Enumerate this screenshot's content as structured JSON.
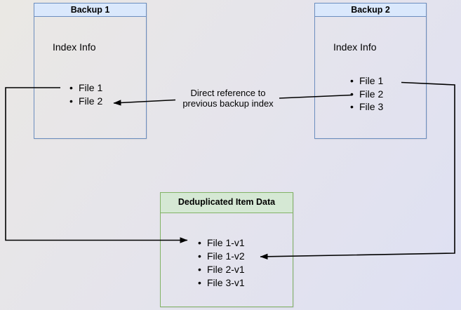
{
  "boxes": {
    "backup1": {
      "title": "Backup 1",
      "subtitle": "Index Info",
      "files": [
        "File 1",
        "File 2"
      ]
    },
    "backup2": {
      "title": "Backup 2",
      "subtitle": "Index Info",
      "files": [
        "File 1",
        "File 2",
        "File 3"
      ]
    },
    "dedup": {
      "title": "Deduplicated Item Data",
      "files": [
        "File 1-v1",
        "File 1-v2",
        "File 2-v1",
        "File 3-v1"
      ]
    }
  },
  "edges": {
    "direct_reference": {
      "label": "Direct reference to previous backup index",
      "label_lines": [
        "Direct reference to",
        "previous backup index"
      ]
    }
  },
  "colors": {
    "backup_header_fill": "#dae8fc",
    "backup_border": "#6c8ebf",
    "dedup_header_fill": "#d5e8d4",
    "dedup_border": "#82b366",
    "arrow": "#000000",
    "text": "#000000",
    "background_start": "#eae8e4",
    "background_end": "#dee0f3"
  }
}
